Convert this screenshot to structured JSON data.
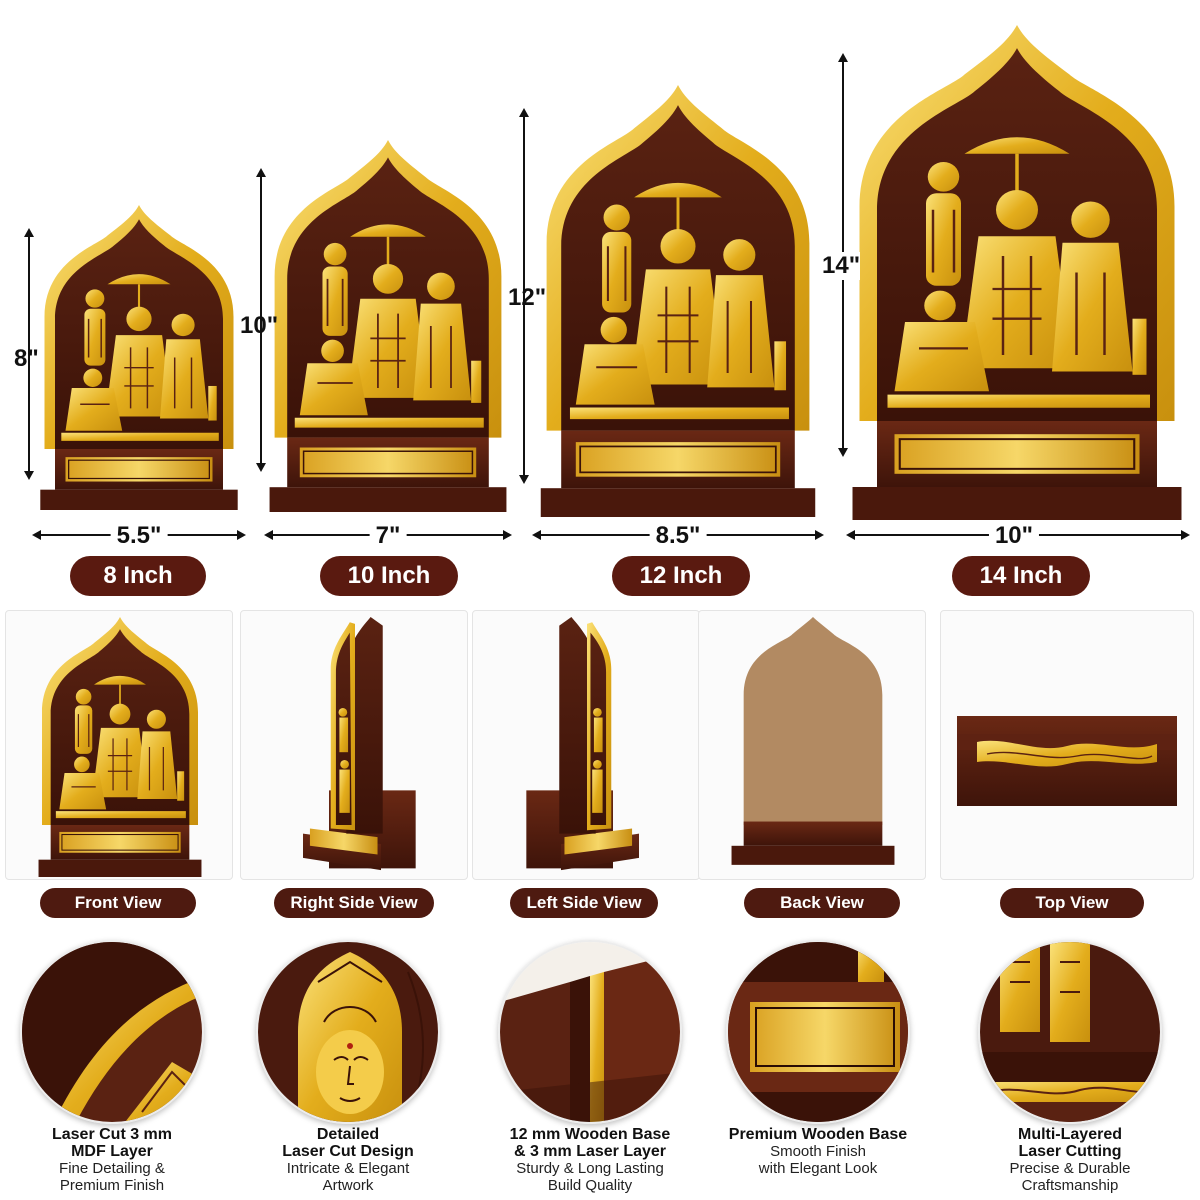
{
  "sizes": [
    {
      "pill": "8 Inch",
      "height": "8\"",
      "width": "5.5\""
    },
    {
      "pill": "10 Inch",
      "height": "10\"",
      "width": "7\""
    },
    {
      "pill": "12 Inch",
      "height": "12\"",
      "width": "8.5\""
    },
    {
      "pill": "14 Inch",
      "height": "14\"",
      "width": "10\""
    }
  ],
  "views": [
    {
      "label": "Front View"
    },
    {
      "label": "Right Side View"
    },
    {
      "label": "Left Side View"
    },
    {
      "label": "Back View"
    },
    {
      "label": "Top View"
    }
  ],
  "features": [
    {
      "title_line1": "Laser Cut 3 mm",
      "title_line2": "MDF Layer",
      "desc_line1": "Fine Detailing &",
      "desc_line2": "Premium Finish"
    },
    {
      "title_line1": "Detailed",
      "title_line2": "Laser Cut Design",
      "desc_line1": "Intricate & Elegant",
      "desc_line2": "Artwork"
    },
    {
      "title_line1": "12 mm Wooden Base",
      "title_line2": "& 3 mm Laser Layer",
      "desc_line1": "Sturdy & Long Lasting",
      "desc_line2": "Build Quality"
    },
    {
      "title_line1": "Premium Wooden Base",
      "title_line2": "",
      "desc_line1": "Smooth Finish",
      "desc_line2": "with Elegant Look"
    },
    {
      "title_line1": "Multi-Layered",
      "title_line2": "Laser Cutting",
      "desc_line1": "Precise & Durable",
      "desc_line2": "Craftsmanship"
    }
  ],
  "colors": {
    "gold": "#e8b820",
    "wood": "#4a1a0e",
    "pill": "#5a1a10"
  }
}
